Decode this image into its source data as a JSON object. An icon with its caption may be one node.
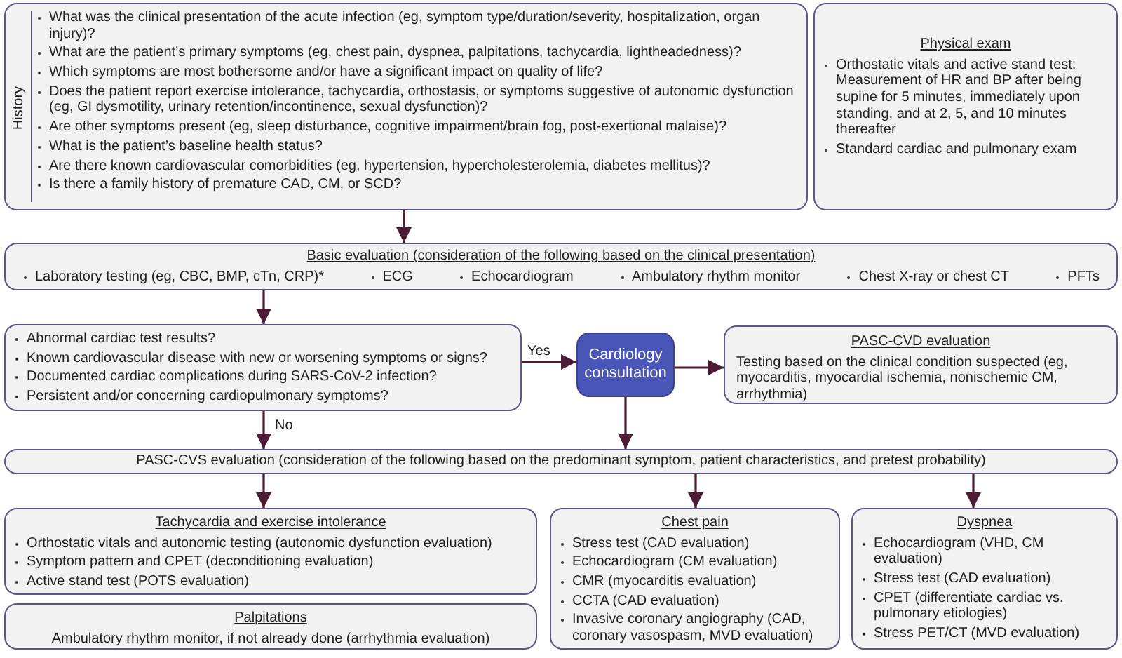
{
  "diagram": {
    "nodes": [
      {
        "text": [
          "History",
          "What was the clinical presentation of the acute infection (eg, symptom type/duration/severity, hospitalization, organ injury)?",
          "What are the patient’s primary symptoms (eg, chest pain, dyspnea, palpitations, tachycardia, lightheadedness)?",
          "Which symptoms are most bothersome and/or have a significant impact on quality of life?",
          "Does the patient report exercise intolerance, tachycardia, orthostasis, or symptoms suggestive of autonomic dysfunction (eg, GI dysmotility, urinary retention/incontinence, sexual dysfunction)?",
          "Are other symptoms present (eg, sleep disturbance, cognitive impairment/brain fog, post-exertional malaise)?",
          "What is the patient’s baseline health status?",
          "Are there known cardiovascular comorbidities (eg, hypertension, hypercholesterolemia, diabetes mellitus)?",
          "Is there a family history of premature CAD, CM, or SCD?"
        ]
      },
      {
        "text": [
          "Physical exam",
          "Orthostatic vitals and active stand test: Measurement of HR and BP after being supine for 5 minutes, immediately upon standing, and at 2, 5, and 10 minutes thereafter",
          "Standard cardiac and pulmonary exam"
        ]
      },
      {
        "text": [
          "Basic evaluation (consideration of the following based on the clinical presentation)",
          "Laboratory testing (eg, CBC, BMP, cTn, CRP)*",
          "ECG",
          "Echocardiogram",
          "Ambulatory rhythm monitor",
          "Chest X-ray or chest CT",
          "PFTs"
        ]
      },
      {
        "text": [
          "Abnormal cardiac test results?",
          "Known cardiovascular disease with new or worsening symptoms or signs?",
          "Documented cardiac complications during SARS-CoV-2 infection?",
          "Persistent and/or concerning cardiopulmonary symptoms?"
        ]
      },
      {
        "text": [
          "Cardiology consultation"
        ]
      },
      {
        "text": [
          "PASC-CVD evaluation",
          "Testing based on the clinical condition suspected (eg, myocarditis, myocardial ischemia, nonischemic CM, arrhythmia)"
        ]
      },
      {
        "text": [
          "PASC-CVS evaluation (consideration of the following based on the predominant symptom, patient characteristics, and pretest probability)"
        ]
      },
      {
        "text": [
          "Tachycardia and exercise intolerance",
          "Orthostatic vitals and autonomic testing (autonomic dysfunction evaluation)",
          "Symptom pattern and CPET (deconditioning evaluation)",
          "Active stand test (POTS evaluation)"
        ]
      },
      {
        "text": [
          "Palpitations",
          "Ambulatory rhythm monitor, if not already done (arrhythmia evaluation)"
        ]
      },
      {
        "text": [
          "Chest pain",
          "Stress test (CAD evaluation)",
          "Echocardiogram (CM evaluation)",
          "CMR (myocarditis evaluation)",
          "CCTA (CAD evaluation)",
          "Invasive coronary angiography (CAD, coronary vasospasm, MVD evaluation)"
        ]
      },
      {
        "text": [
          "Dyspnea",
          "Echocardiogram (VHD, CM evaluation)",
          "Stress test (CAD evaluation)",
          "CPET (differentiate cardiac vs. pulmonary etiologies)",
          "Stress PET/CT (MVD evaluation)"
        ]
      }
    ],
    "edges": [
      {
        "from": 0,
        "to": 2,
        "arrow": "to"
      },
      {
        "from": 2,
        "to": 3,
        "arrow": "to"
      },
      {
        "from": 3,
        "to": 4,
        "arrow": "to",
        "label": "Yes"
      },
      {
        "from": 4,
        "to": 5,
        "arrow": "to"
      },
      {
        "from": 3,
        "to": 6,
        "arrow": "to",
        "label": "No"
      },
      {
        "from": 4,
        "to": 6,
        "arrow": "to"
      },
      {
        "from": 6,
        "to": 7,
        "arrow": "to"
      },
      {
        "from": 6,
        "to": 9,
        "arrow": "to"
      },
      {
        "from": 6,
        "to": 10,
        "arrow": "to"
      }
    ]
  }
}
